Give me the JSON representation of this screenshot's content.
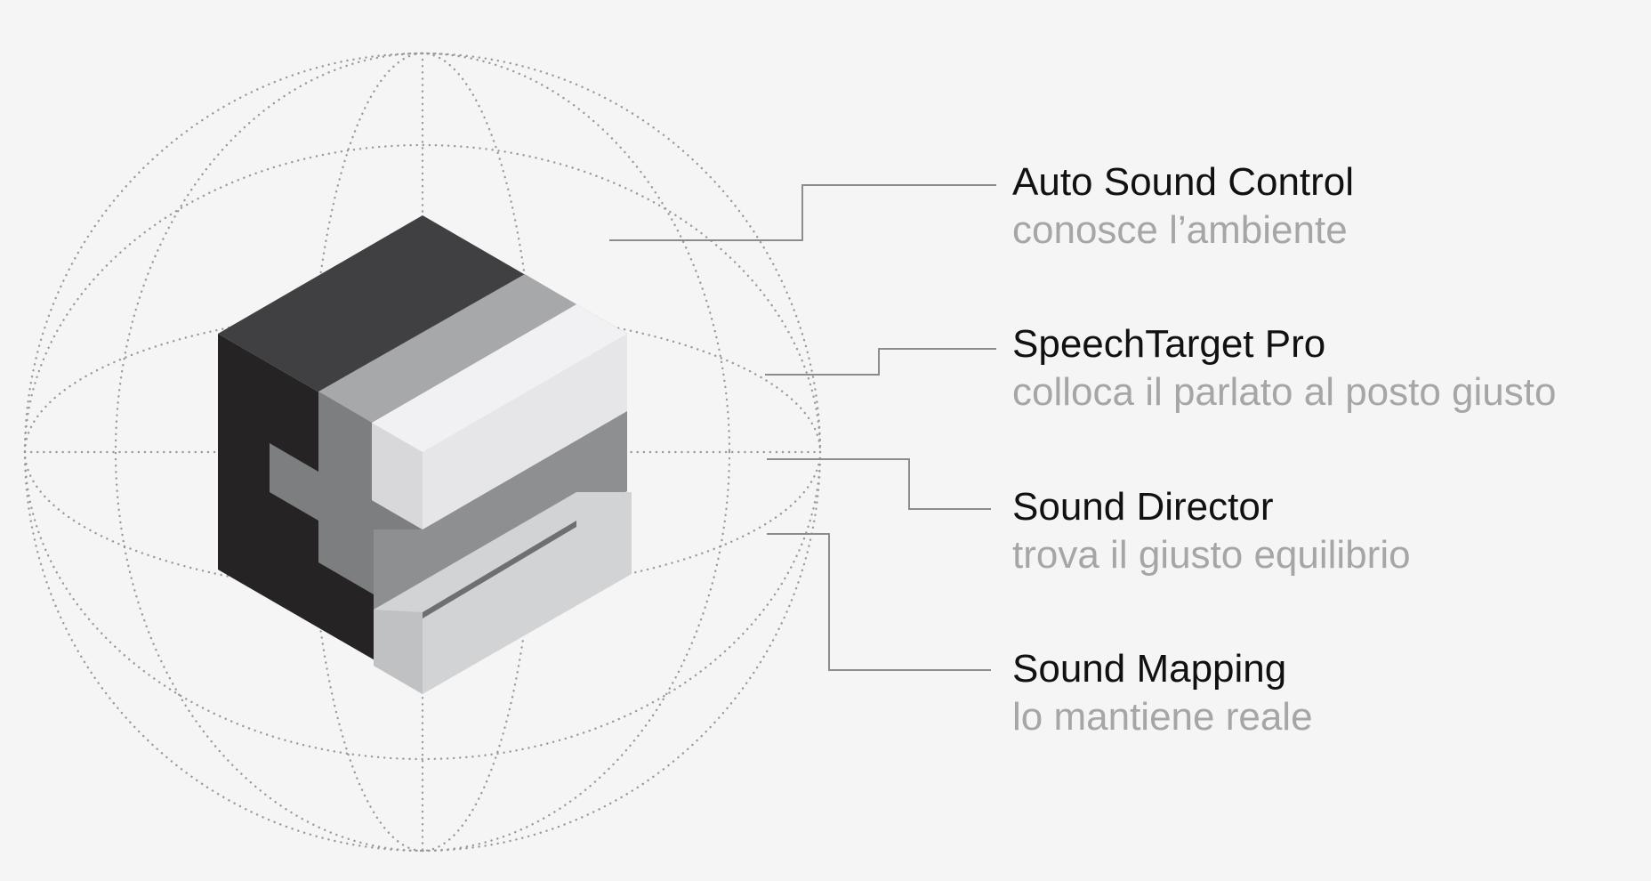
{
  "colors": {
    "background": "#f5f5f5",
    "title_text": "#111111",
    "subtitle_text": "#a6a6a6",
    "connector_line": "#8c8c8c",
    "globe_dots": "#9a9a9a"
  },
  "features": [
    {
      "title": "Auto Sound Control",
      "subtitle": "conosce l’ambiente"
    },
    {
      "title": "SpeechTarget Pro",
      "subtitle": "colloca il parlato al posto giusto"
    },
    {
      "title": "Sound Director",
      "subtitle": "trova il giusto equilibrio"
    },
    {
      "title": "Sound Mapping",
      "subtitle": "lo mantiene reale"
    }
  ]
}
